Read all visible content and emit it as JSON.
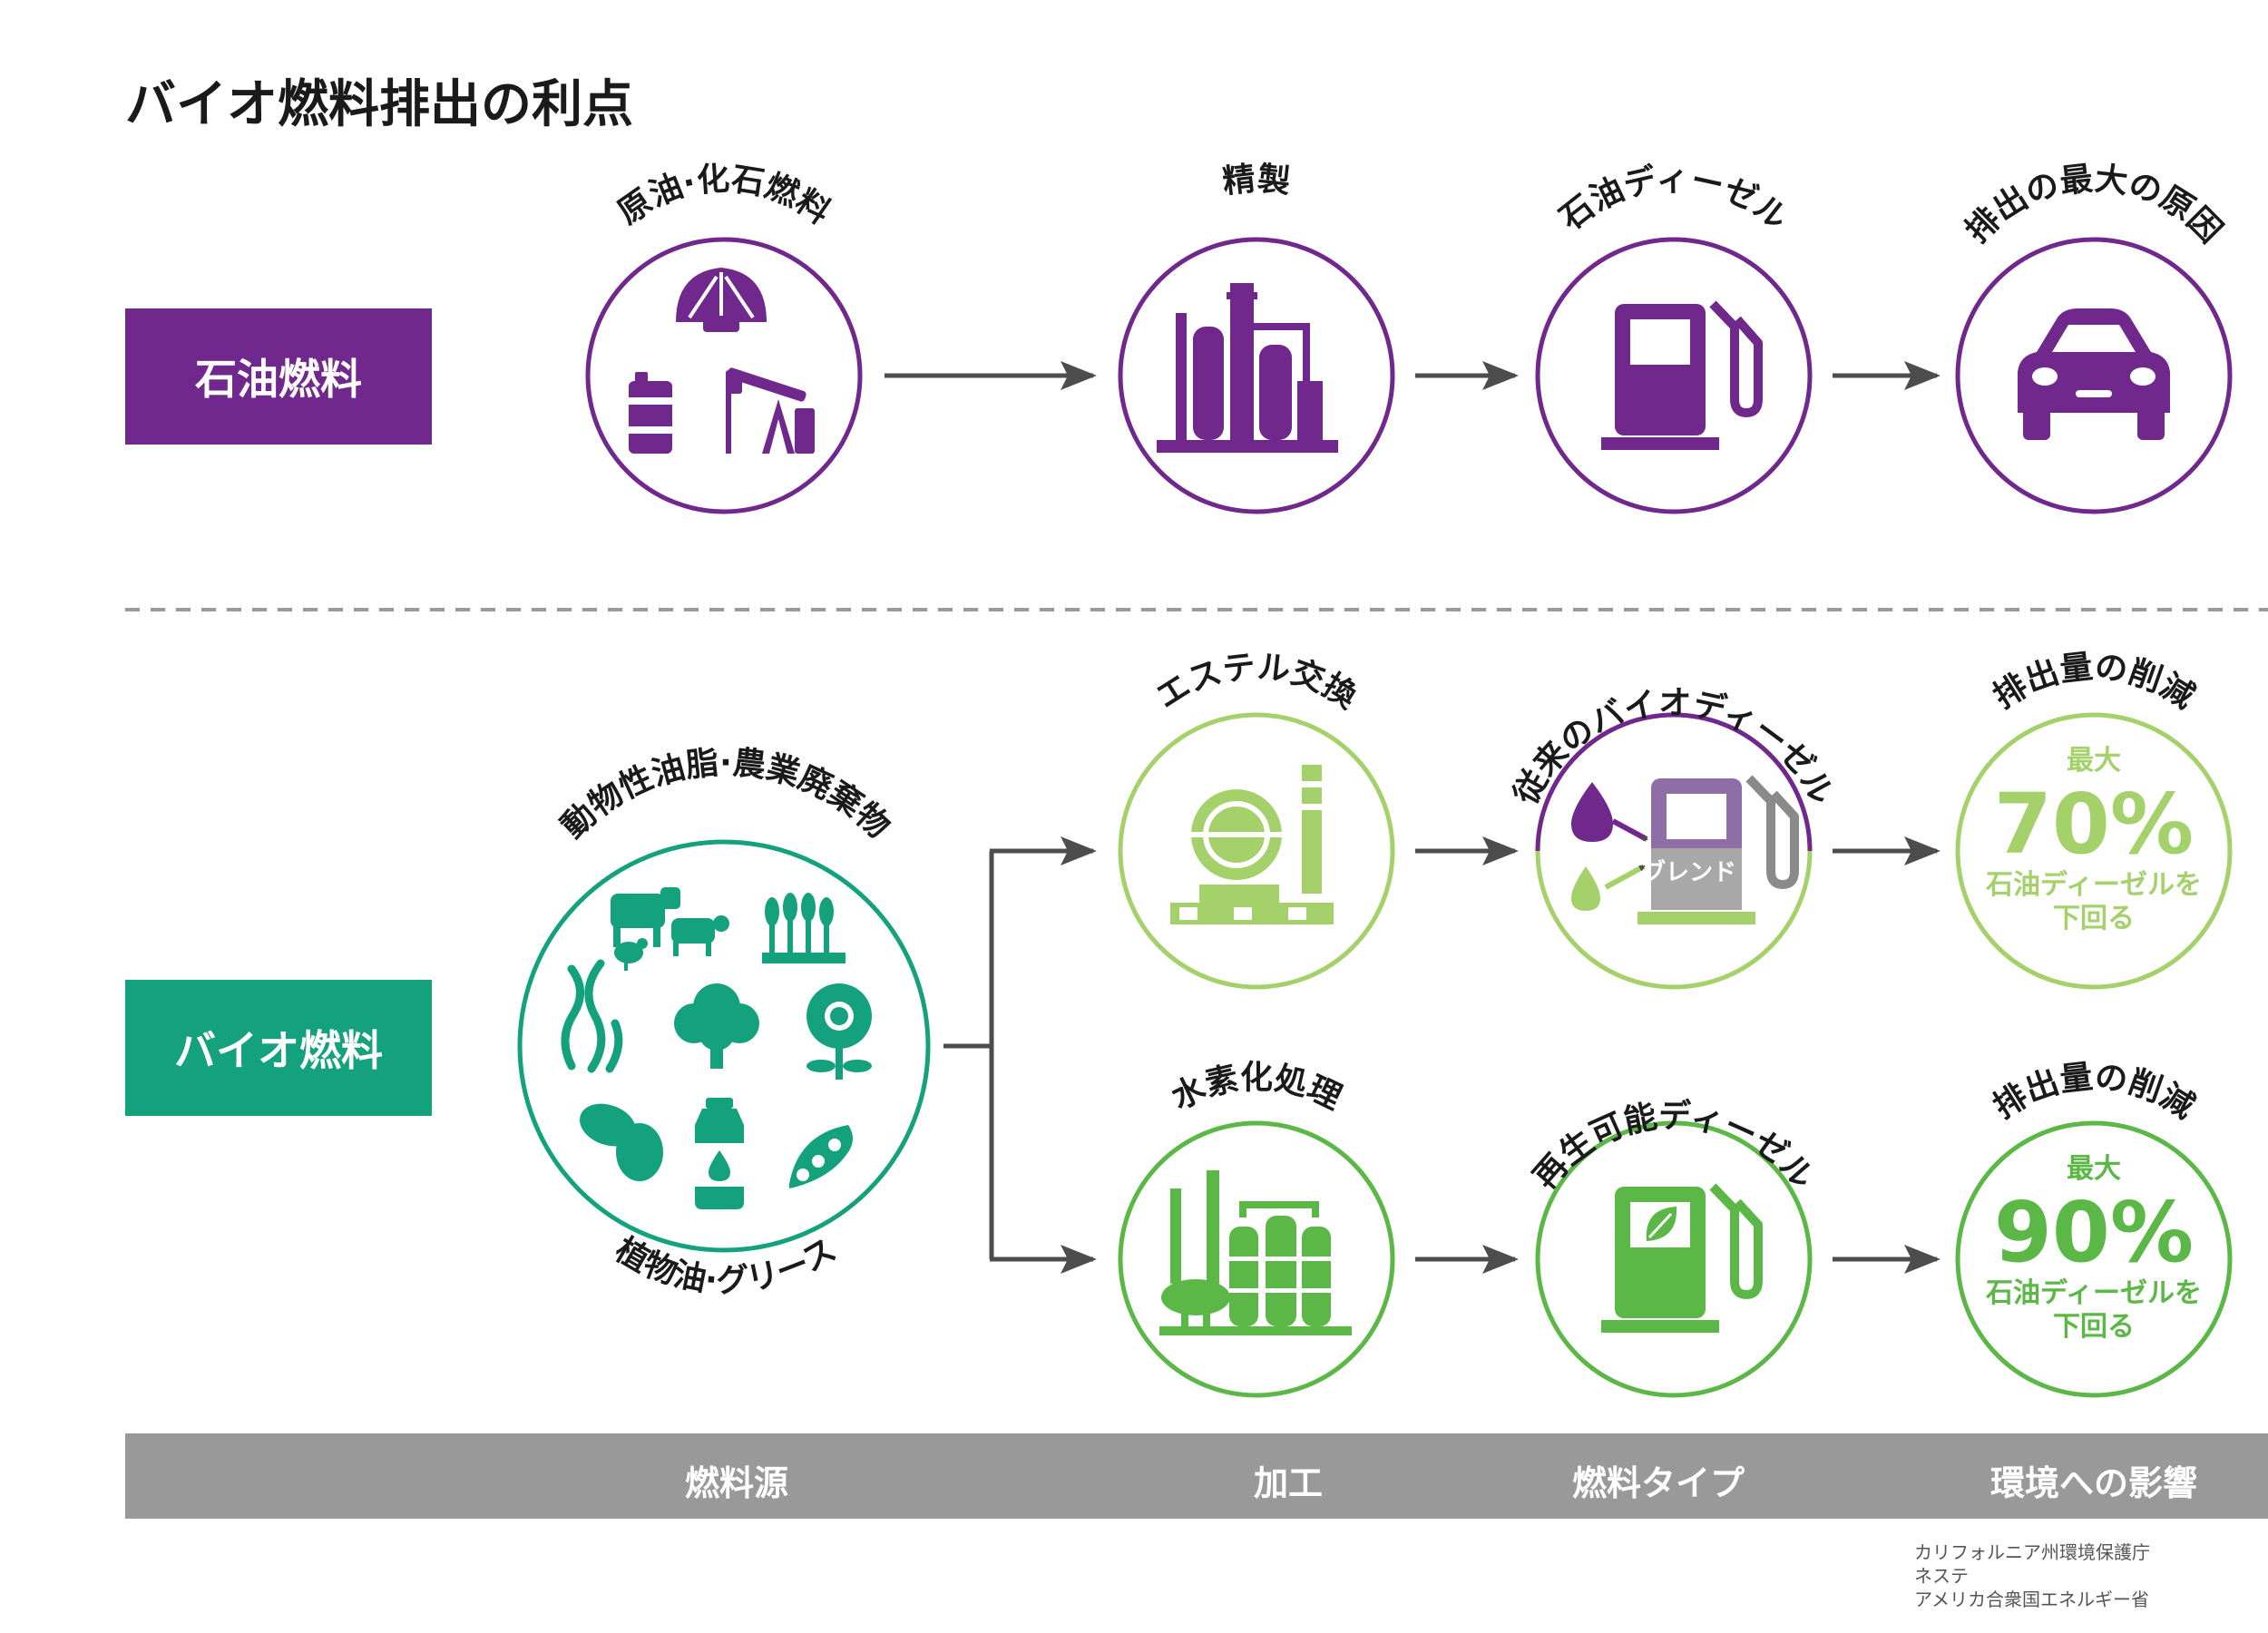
{
  "title": "バイオ燃料排出の利点",
  "rows": {
    "petroleum": "石油燃料",
    "biofuel": "バイオ燃料"
  },
  "nodes": {
    "crude": "原油·化石燃料",
    "refining": "精製",
    "diesel": "石油ディーゼル",
    "emission_source": "排出の最大の原因",
    "bio_source_top": "動物性油脂·農業廃棄物",
    "bio_source_bottom": "植物油·グリース",
    "transesterification": "エステル交換",
    "biodiesel": "従来のバイオディーゼル",
    "blend": "ブレンド",
    "reduction1_title": "排出量の削減",
    "reduction1_max": "最大",
    "reduction1_value": "70%",
    "reduction1_line1": "石油ディーゼルを",
    "reduction1_line2": "下回る",
    "hydrotreating": "水素化処理",
    "renewable_diesel": "再生可能ディーゼル",
    "reduction2_title": "排出量の削減",
    "reduction2_max": "最大",
    "reduction2_value": "90%",
    "reduction2_line1": "石油ディーゼルを",
    "reduction2_line2": "下回る"
  },
  "bottom_bar": {
    "source": "燃料源",
    "processing": "加工",
    "fuel_type": "燃料タイプ",
    "impact": "環境への影響"
  },
  "sources": [
    "カリフォルニア州環境保護庁",
    "ネステ",
    "アメリカ合衆国エネルギー省"
  ],
  "colors": {
    "purple": "#70288c",
    "teal": "#14a17d",
    "light_green": "#a5d16b",
    "green": "#5cb846",
    "arrow": "#4d4d4d",
    "bar": "#999999"
  }
}
